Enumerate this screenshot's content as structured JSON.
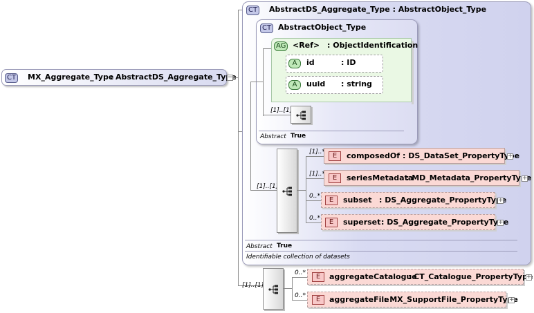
{
  "root": {
    "badge": "CT",
    "name": "MX_Aggregate_Type",
    "sep": ":",
    "base": "AbstractDS_Aggregate_Type"
  },
  "outer": {
    "badge": "CT",
    "title": "AbstractDS_Aggregate_Type : AbstractObject_Type",
    "abstract_label": "Abstract",
    "abstract_value": "True",
    "documentation": "Identifiable collection of datasets",
    "seq_card": "[1]..[1]"
  },
  "inner": {
    "badge": "CT",
    "title": "AbstractObject_Type",
    "abstract_label": "Abstract",
    "abstract_value": "True",
    "seq_card": "[1]..[1]",
    "attribute_group": {
      "badge": "AG",
      "ref": "<Ref>",
      "type": ": ObjectIdentification",
      "attributes": [
        {
          "badge": "A",
          "name": "id",
          "type": ": ID"
        },
        {
          "badge": "A",
          "name": "uuid",
          "type": ": string"
        }
      ]
    }
  },
  "outer_elements": [
    {
      "badge": "E",
      "card": "[1]..*",
      "name": "composedOf",
      "type": ": DS_DataSet_PropertyType"
    },
    {
      "badge": "E",
      "card": "[1]..*",
      "name": "seriesMetadata",
      "type": ": MD_Metadata_PropertyType"
    },
    {
      "badge": "E",
      "card": "0..*",
      "name": "subset",
      "type": ": DS_Aggregate_PropertyType"
    },
    {
      "badge": "E",
      "card": "0..*",
      "name": "superset",
      "type": ": DS_Aggregate_PropertyType"
    }
  ],
  "root_seq": {
    "card": "[1]..[1]",
    "elements": [
      {
        "badge": "E",
        "card": "0..*",
        "name": "aggregateCatalogue",
        "type": ": CT_Catalogue_PropertyType"
      },
      {
        "badge": "E",
        "card": "0..*",
        "name": "aggregateFile",
        "type": ": MX_SupportFile_PropertyType"
      }
    ]
  },
  "icons": {
    "expand": "+",
    "collapse": "−"
  }
}
